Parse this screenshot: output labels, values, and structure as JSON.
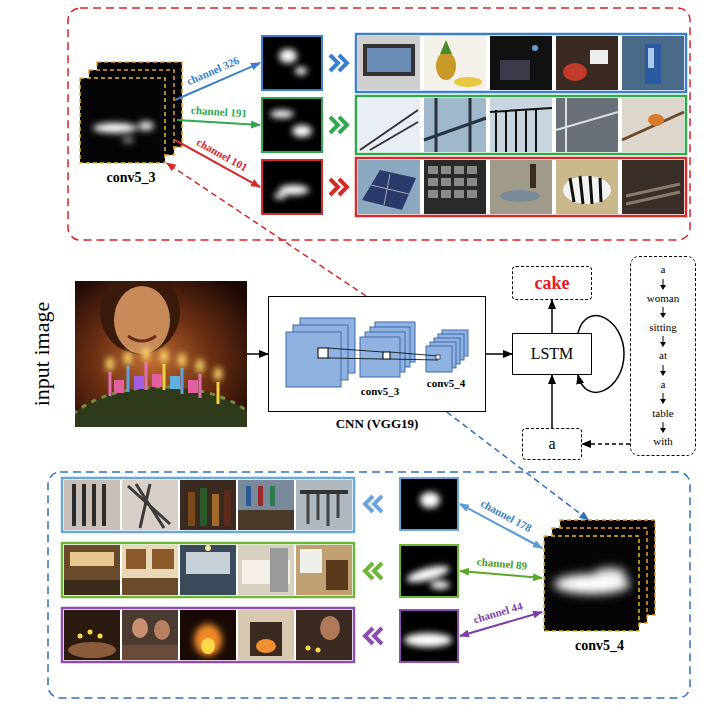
{
  "diagram": {
    "nodes": [
      {
        "text": [
          "conv5_3"
        ]
      },
      {
        "text": [
          "input image"
        ]
      },
      {
        "text": [
          "CNN (VGG19)"
        ]
      },
      {
        "text": [
          "cake"
        ]
      },
      {
        "text": [
          "LSTM"
        ]
      },
      {
        "text": [
          "a",
          "woman",
          "sitting",
          "at",
          "a",
          "table",
          "with"
        ]
      },
      {
        "text": [
          "a"
        ]
      },
      {
        "text": [
          "conv5_4"
        ]
      }
    ],
    "edges": [
      {
        "from": 1,
        "to": 2,
        "arrow": "to"
      },
      {
        "from": 2,
        "to": 4,
        "arrow": "to"
      },
      {
        "from": 4,
        "to": 3,
        "arrow": "to"
      },
      {
        "from": 6,
        "to": 4,
        "arrow": "to"
      },
      {
        "from": 5,
        "to": 6,
        "arrow": "to"
      },
      {
        "from": 2,
        "to": 0,
        "arrow": "to"
      },
      {
        "from": 2,
        "to": 7,
        "arrow": "to"
      }
    ],
    "labels": [
      "channel 326",
      "channel 191",
      "channel 101",
      "conv5_3",
      "conv5_4",
      "channel 178",
      "channel 89",
      "channel 44"
    ]
  }
}
